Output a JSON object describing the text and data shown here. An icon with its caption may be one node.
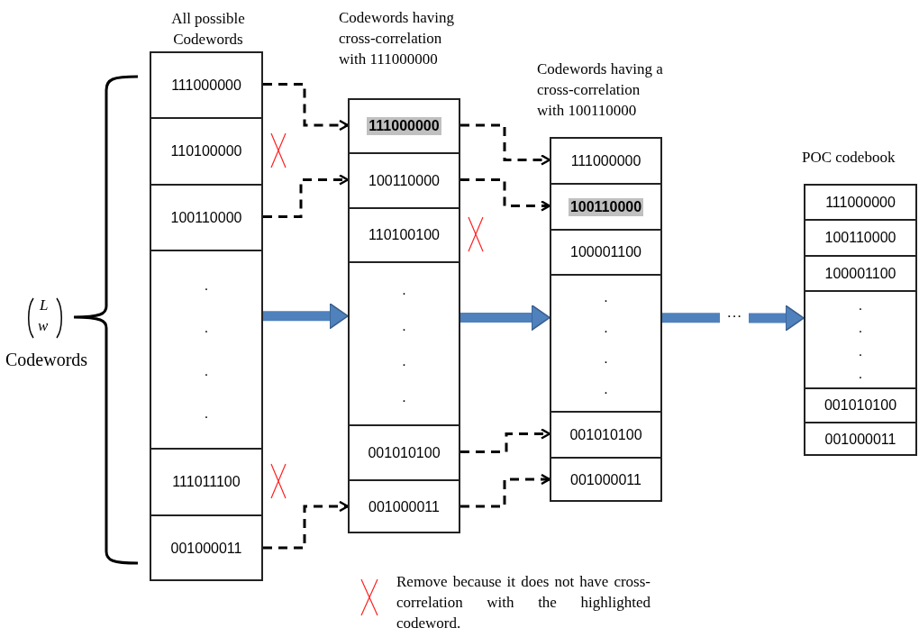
{
  "diagram": {
    "nodes": [
      {
        "text": [
          "All possible Codewords"
        ]
      },
      {
        "text": [
          "111000000"
        ],
        "in": 0
      },
      {
        "text": [
          "110100000"
        ],
        "in": 0
      },
      {
        "text": [
          "100110000"
        ],
        "in": 0
      },
      {
        "text": [
          ".",
          ".",
          ".",
          "."
        ],
        "in": 0
      },
      {
        "text": [
          "111011100"
        ],
        "in": 0
      },
      {
        "text": [
          "001000011"
        ],
        "in": 0
      },
      {
        "text": [
          "Codewords having cross-correlation with 111000000"
        ]
      },
      {
        "text": [
          "111000000"
        ],
        "in": 7
      },
      {
        "text": [
          "100110000"
        ],
        "in": 7
      },
      {
        "text": [
          "110100100"
        ],
        "in": 7
      },
      {
        "text": [
          ".",
          ".",
          ".",
          "."
        ],
        "in": 7
      },
      {
        "text": [
          "001010100"
        ],
        "in": 7
      },
      {
        "text": [
          "001000011"
        ],
        "in": 7
      },
      {
        "text": [
          "Codewords having a cross-correlation with 100110000"
        ]
      },
      {
        "text": [
          "111000000"
        ],
        "in": 14
      },
      {
        "text": [
          "100110000"
        ],
        "in": 14
      },
      {
        "text": [
          "100001100"
        ],
        "in": 14
      },
      {
        "text": [
          ".",
          ".",
          ".",
          "."
        ],
        "in": 14
      },
      {
        "text": [
          "001010100"
        ],
        "in": 14
      },
      {
        "text": [
          "001000011"
        ],
        "in": 14
      },
      {
        "text": [
          "POC codebook"
        ]
      },
      {
        "text": [
          "111000000"
        ],
        "in": 21
      },
      {
        "text": [
          "100110000"
        ],
        "in": 21
      },
      {
        "text": [
          "100001100"
        ],
        "in": 21
      },
      {
        "text": [
          ".",
          ".",
          ".",
          "."
        ],
        "in": 21
      },
      {
        "text": [
          "001010100"
        ],
        "in": 21
      },
      {
        "text": [
          "001000011"
        ],
        "in": 21
      },
      {
        "text": [
          "···"
        ]
      }
    ],
    "edges": [
      {
        "from": 1,
        "to": 8,
        "arrow": "to",
        "style": "dashed"
      },
      {
        "from": 3,
        "to": 9,
        "arrow": "to",
        "style": "dashed"
      },
      {
        "from": 6,
        "to": 13,
        "arrow": "to",
        "style": "dashed"
      },
      {
        "from": 8,
        "to": 15,
        "arrow": "to",
        "style": "dashed"
      },
      {
        "from": 9,
        "to": 16,
        "arrow": "to",
        "style": "dashed"
      },
      {
        "from": 12,
        "to": 19,
        "arrow": "to",
        "style": "dashed"
      },
      {
        "from": 13,
        "to": 20,
        "arrow": "to",
        "style": "dashed"
      },
      {
        "from": 0,
        "to": 7,
        "arrow": "to",
        "style": "thick",
        "color": "#4f81bd"
      },
      {
        "from": 7,
        "to": 14,
        "arrow": "to",
        "style": "thick",
        "color": "#4f81bd"
      },
      {
        "from": 14,
        "to": 28,
        "arrow": "none",
        "style": "thick",
        "color": "#4f81bd"
      },
      {
        "from": 28,
        "to": 21,
        "arrow": "to",
        "style": "thick",
        "color": "#4f81bd"
      }
    ],
    "labels": [
      "L",
      "w",
      "Codewords"
    ],
    "legend": [
      {
        "text": "Remove because it does not have cross-correlation with the highlighted codeword."
      }
    ]
  }
}
